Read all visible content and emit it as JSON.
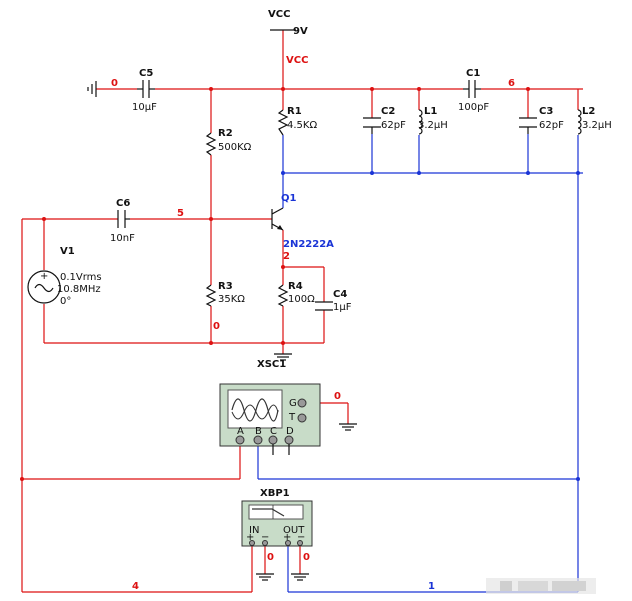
{
  "supply": {
    "name": "VCC",
    "voltage": "9V",
    "net_label": "VCC"
  },
  "components": {
    "c5": {
      "ref": "C5",
      "value": "10µF"
    },
    "c6": {
      "ref": "C6",
      "value": "10nF"
    },
    "r1": {
      "ref": "R1",
      "value": "4.5KΩ"
    },
    "r2": {
      "ref": "R2",
      "value": "500KΩ"
    },
    "r3": {
      "ref": "R3",
      "value": "35KΩ"
    },
    "r4": {
      "ref": "R4",
      "value": "100Ω"
    },
    "c1": {
      "ref": "C1",
      "value": "100pF"
    },
    "c2": {
      "ref": "C2",
      "value": "62pF"
    },
    "c3": {
      "ref": "C3",
      "value": "62pF"
    },
    "c4": {
      "ref": "C4",
      "value": "1µF"
    },
    "l1": {
      "ref": "L1",
      "value": "3.2µH"
    },
    "l2": {
      "ref": "L2",
      "value": "3.2µH"
    },
    "q1": {
      "ref": "Q1",
      "model": "2N2222A"
    },
    "v1": {
      "ref": "V1",
      "amplitude": "0.1Vrms",
      "frequency": "10.8MHz",
      "phase": "0°"
    }
  },
  "nets": {
    "n0_top": "0",
    "n6": "6",
    "n5": "5",
    "n2": "2",
    "n0_bot": "0",
    "n0_scope": "0",
    "n0_bp_in": "0",
    "n0_bp_out": "0",
    "n4": "4",
    "n1": "1"
  },
  "instruments": {
    "scope": {
      "ref": "XSC1",
      "ports": [
        "A",
        "B",
        "C",
        "D"
      ],
      "g": "G",
      "t": "T"
    },
    "bode": {
      "ref": "XBP1",
      "in": "IN",
      "out": "OUT"
    }
  },
  "colors": {
    "wire_red": "#d11",
    "wire_blue": "#1a34d6",
    "instrument_fill": "#c8dcc8"
  }
}
